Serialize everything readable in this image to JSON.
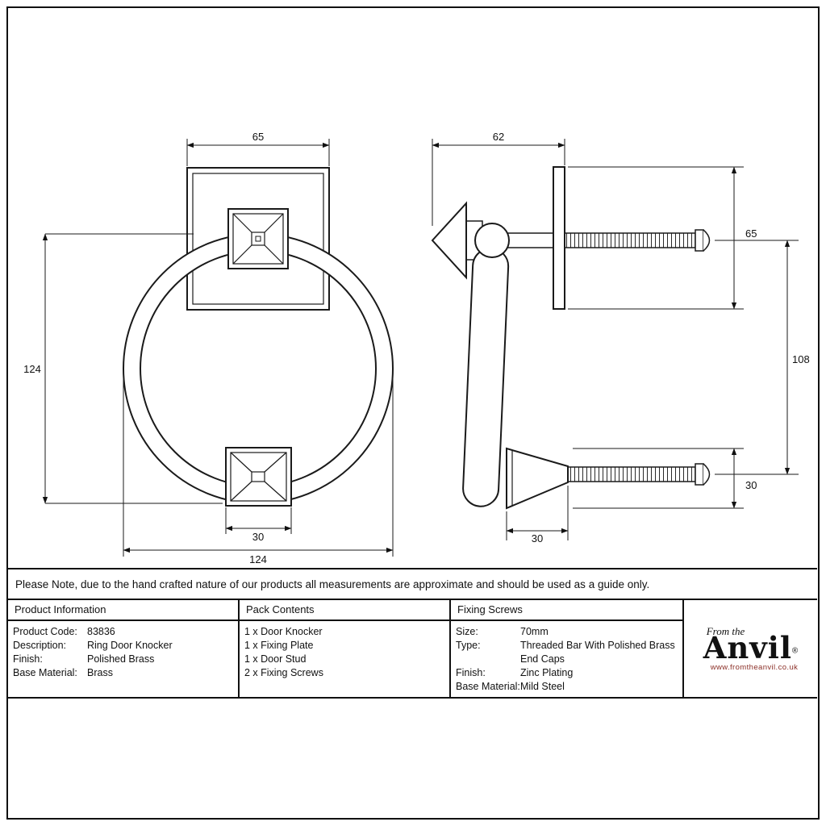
{
  "sheet": {
    "note": "Please Note, due to the hand crafted nature of our products all measurements are approximate and should be used as a guide only."
  },
  "drawing": {
    "front": {
      "width_top": "65",
      "height_left": "124",
      "stud_width": "30",
      "width_bottom": "124"
    },
    "side": {
      "depth_top": "62",
      "plate_height": "65",
      "screw_centres": "108",
      "stud_height": "30",
      "stud_depth": "30"
    }
  },
  "table": {
    "product_info": {
      "header": "Product Information",
      "rows": [
        {
          "label": "Product Code:",
          "value": "83836"
        },
        {
          "label": "Description:",
          "value": "Ring Door Knocker"
        },
        {
          "label": "Finish:",
          "value": "Polished Brass"
        },
        {
          "label": "Base Material:",
          "value": "Brass"
        }
      ]
    },
    "pack_contents": {
      "header": "Pack Contents",
      "items": [
        "1 x Door Knocker",
        "1 x Fixing Plate",
        "1 x Door Stud",
        "2 x Fixing Screws"
      ]
    },
    "fixing_screws": {
      "header": "Fixing Screws",
      "rows": [
        {
          "label": "Size:",
          "value": "70mm"
        },
        {
          "label": "Type:",
          "value": "Threaded Bar With Polished Brass End Caps"
        },
        {
          "label": "Finish:",
          "value": "Zinc Plating"
        },
        {
          "label": "Base Material:",
          "value": "Mild Steel"
        }
      ]
    },
    "logo": {
      "pre": "From the",
      "name": "Anvil",
      "reg": "®",
      "url": "www.fromtheanvil.co.uk",
      "url_color": "#8b2f27"
    }
  }
}
